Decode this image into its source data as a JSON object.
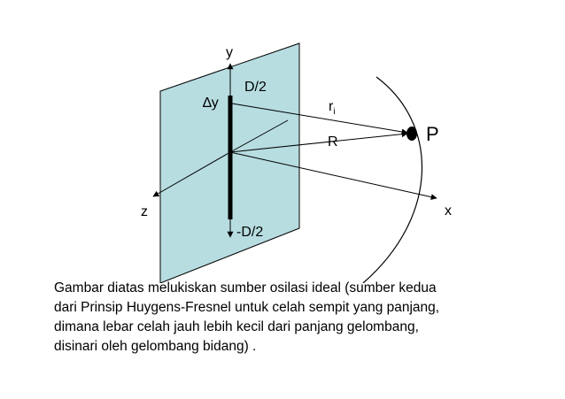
{
  "labels": {
    "y_axis": "y",
    "x_axis": "x",
    "z_axis": "z",
    "slit_top": "D/2",
    "slit_bottom": "-D/2",
    "delta_y": "∆y",
    "r_base": "r",
    "r_sub": "i",
    "R": "R",
    "P": "P"
  },
  "colors": {
    "screen_fill": "#b7dde1",
    "stroke": "#000000"
  },
  "caption": {
    "line1": "Gambar diatas melukiskan sumber osilasi ideal (sumber kedua",
    "line2": "dari Prinsip Huygens-Fresnel untuk celah sempit yang panjang,",
    "line3": "dimana lebar celah jauh lebih kecil dari panjang gelombang,",
    "line4": "disinari oleh gelombang bidang) ."
  }
}
